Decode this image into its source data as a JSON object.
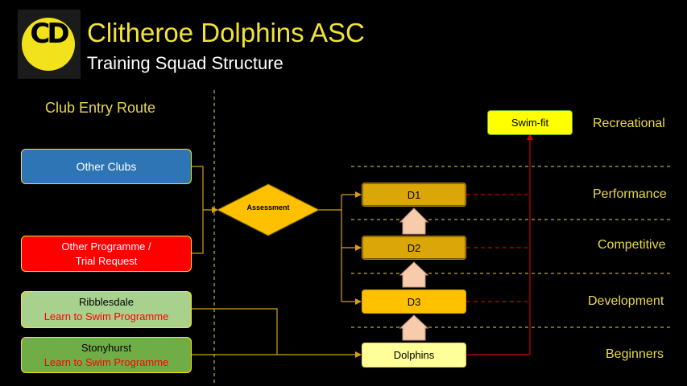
{
  "header": {
    "logo_text": "CD",
    "title": "Clitheroe Dolphins ASC",
    "subtitle": "Training Squad Structure"
  },
  "entry": {
    "title": "Club Entry Route",
    "other_clubs": "Other Clubs",
    "other_programme_line1": "Other Programme /",
    "other_programme_line2": "Trial Request",
    "ribblesdale": "Ribblesdale",
    "ribblesdale_sub": "Learn to Swim Programme",
    "stonyhurst": "Stonyhurst",
    "stonyhurst_sub": "Learn to Swim Programme"
  },
  "assessment": "Assessment",
  "squads": {
    "d1": "D1",
    "d2": "D2",
    "d3": "D3",
    "dolphins": "Dolphins",
    "swimfit": "Swim-fit"
  },
  "categories": {
    "recreational": "Recreational",
    "performance": "Performance",
    "competitive": "Competitive",
    "development": "Development",
    "beginners": "Beginners"
  },
  "colors": {
    "accent_yellow": "#f2e23a",
    "connector": "#d4a017",
    "progression_line": "#cc0000",
    "blue_box": "#2e75b6",
    "red_box": "#ff0000",
    "light_green_box": "#a9d18e",
    "green_box": "#70ad47"
  }
}
